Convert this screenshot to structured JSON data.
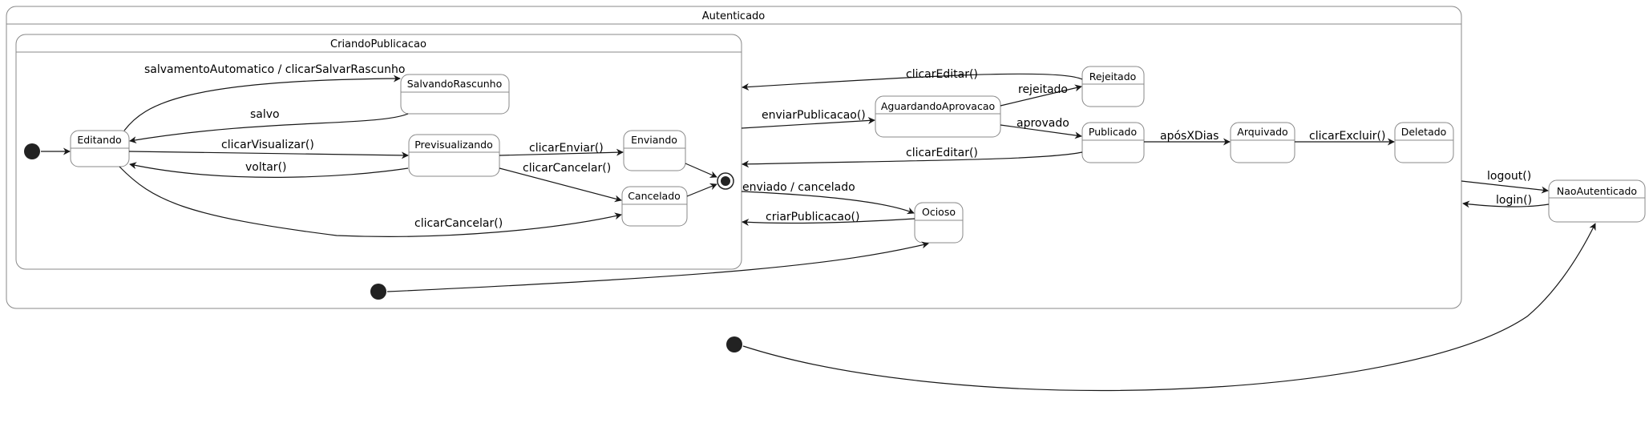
{
  "composites": {
    "autenticado": "Autenticado",
    "criando": "CriandoPublicacao"
  },
  "states": {
    "editando": "Editando",
    "salvando": "SalvandoRascunho",
    "previsualizando": "Previsualizando",
    "enviando": "Enviando",
    "cancelado": "Cancelado",
    "aguardando": "AguardandoAprovacao",
    "rejeitado": "Rejeitado",
    "publicado": "Publicado",
    "arquivado": "Arquivado",
    "deletado": "Deletado",
    "ocioso": "Ocioso",
    "naoAutenticado": "NaoAutenticado"
  },
  "transitions": {
    "salvamento": "salvamentoAutomatico / clicarSalvarRascunho",
    "salvo": "salvo",
    "clicarVisualizar": "clicarVisualizar()",
    "voltar": "voltar()",
    "clicarEnviar": "clicarEnviar()",
    "clicarCancelarPrev": "clicarCancelar()",
    "clicarCancelarEdit": "clicarCancelar()",
    "enviarPublicacao": "enviarPublicacao()",
    "rejeitado": "rejeitado",
    "aprovado": "aprovado",
    "clicarEditarRej": "clicarEditar()",
    "clicarEditarPub": "clicarEditar()",
    "aposXDias": "apósXDias",
    "clicarExcluir": "clicarExcluir()",
    "enviadoCancelado": "enviado / cancelado",
    "criarPublicacao": "criarPublicacao()",
    "logout": "logout()",
    "login": "login()"
  }
}
